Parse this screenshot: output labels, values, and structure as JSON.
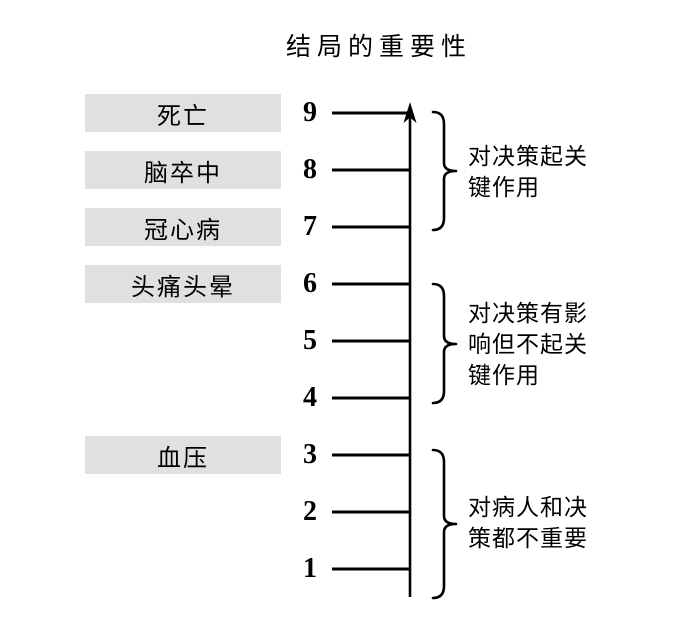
{
  "title": "结局的重要性",
  "outcomes": [
    {
      "label": "死亡",
      "tick": "9"
    },
    {
      "label": "脑卒中",
      "tick": "8"
    },
    {
      "label": "冠心病",
      "tick": "7"
    },
    {
      "label": "头痛头晕",
      "tick": "6"
    },
    {
      "label": "血压",
      "tick": "3"
    }
  ],
  "scale": {
    "min": 1,
    "max": 9,
    "ticks": [
      "9",
      "8",
      "7",
      "6",
      "5",
      "4",
      "3",
      "2",
      "1"
    ]
  },
  "annotations": [
    {
      "covers_ticks": [
        "9",
        "8",
        "7"
      ],
      "text": "对决策起关\n键作用"
    },
    {
      "covers_ticks": [
        "6",
        "5",
        "4"
      ],
      "text": "对决策有影\n响但不起关\n键作用"
    },
    {
      "covers_ticks": [
        "3",
        "2",
        "1"
      ],
      "text": "对病人和决\n策都不重要"
    }
  ],
  "colors": {
    "background": "#ffffff",
    "box_bg": "#e0e0e0",
    "line": "#000000",
    "text": "#000000"
  }
}
